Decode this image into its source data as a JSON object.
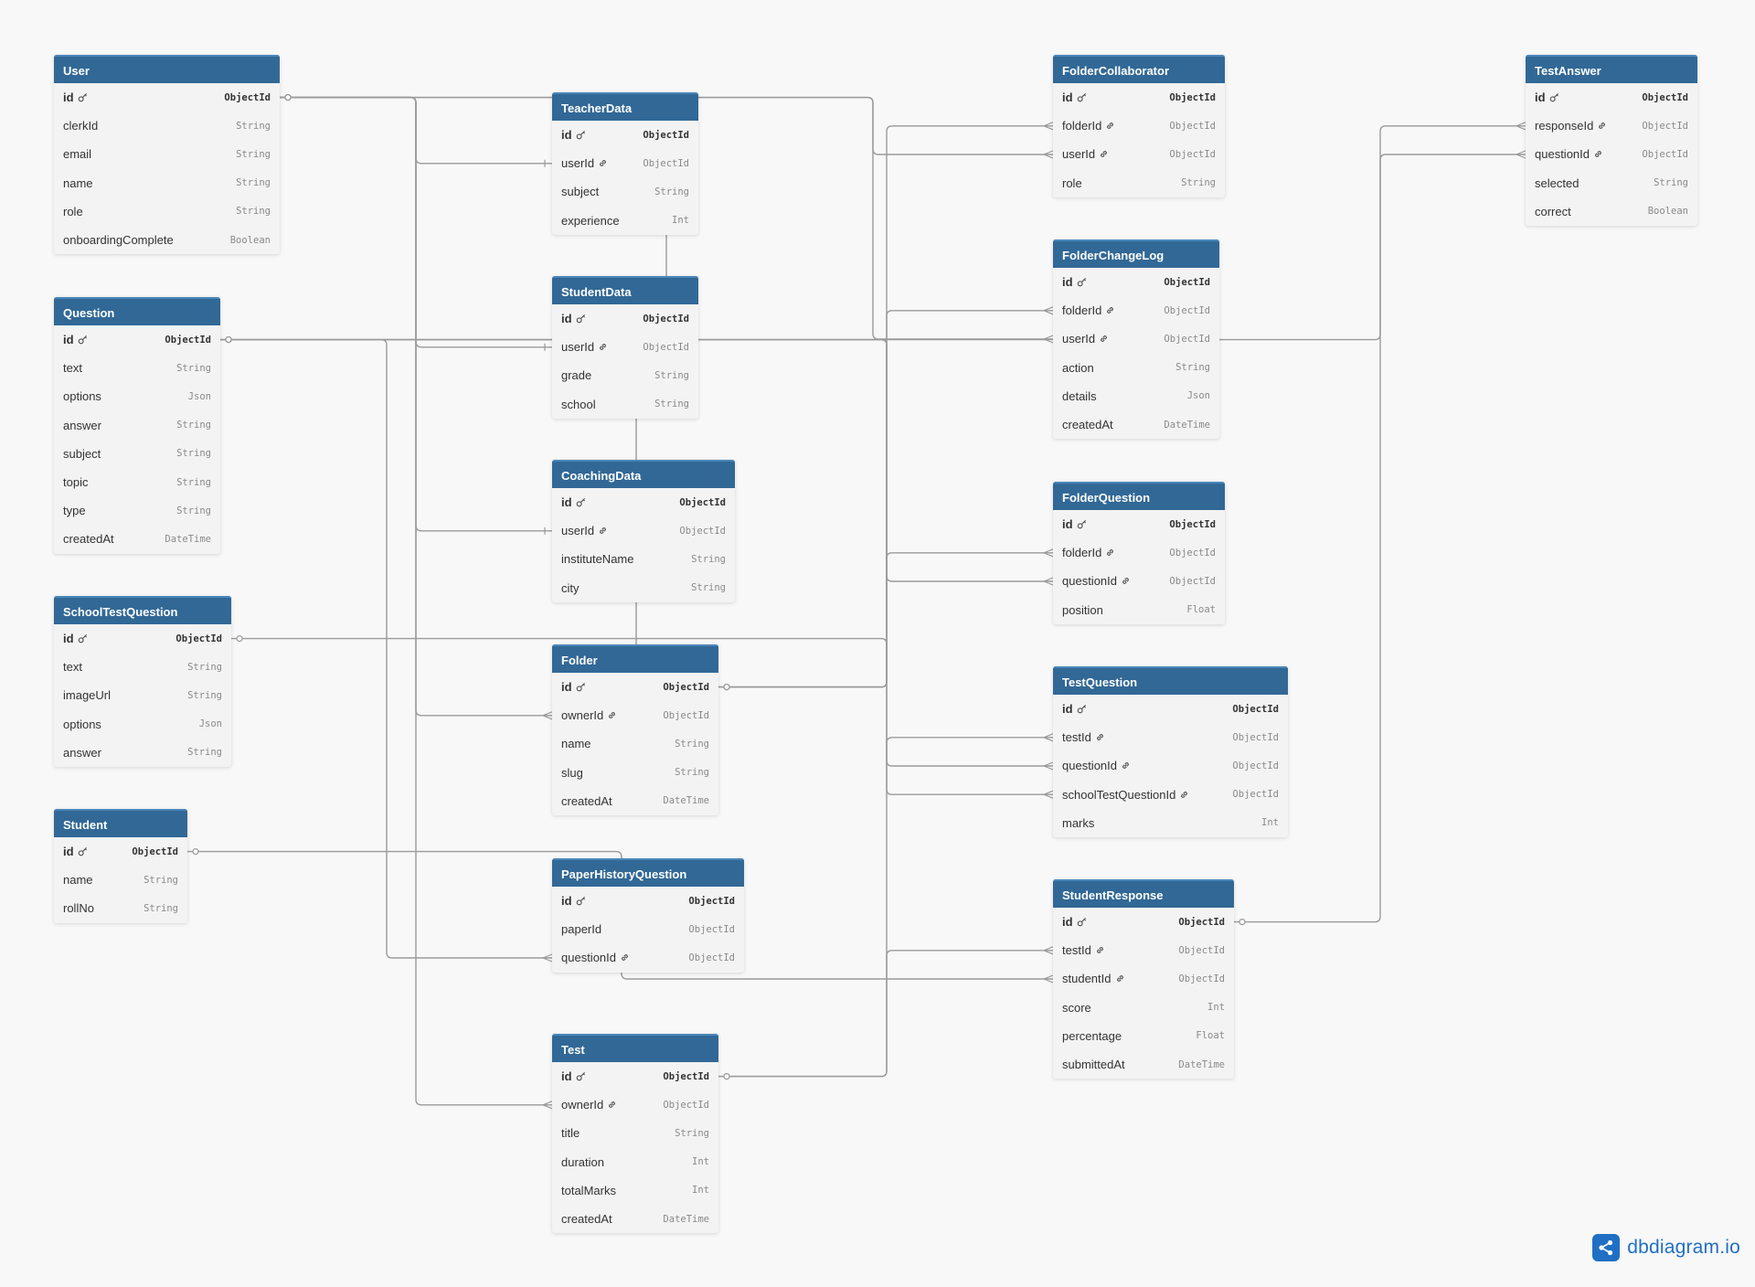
{
  "brand": {
    "name": "dbdiagram.io",
    "logo_icon": "share-nodes-icon",
    "color": "#1f6fc5"
  },
  "header_color": "#316896",
  "tables": [
    {
      "id": "User",
      "name": "User",
      "fields": [
        {
          "name": "id",
          "type": "ObjectId",
          "pk": true
        },
        {
          "name": "clerkId",
          "type": "String"
        },
        {
          "name": "email",
          "type": "String"
        },
        {
          "name": "name",
          "type": "String"
        },
        {
          "name": "role",
          "type": "String"
        },
        {
          "name": "onboardingComplete",
          "type": "Boolean"
        }
      ]
    },
    {
      "id": "Question",
      "name": "Question",
      "fields": [
        {
          "name": "id",
          "type": "ObjectId",
          "pk": true
        },
        {
          "name": "text",
          "type": "String"
        },
        {
          "name": "options",
          "type": "Json"
        },
        {
          "name": "answer",
          "type": "String"
        },
        {
          "name": "subject",
          "type": "String"
        },
        {
          "name": "topic",
          "type": "String"
        },
        {
          "name": "type",
          "type": "String"
        },
        {
          "name": "createdAt",
          "type": "DateTime"
        }
      ]
    },
    {
      "id": "SchoolTestQuestion",
      "name": "SchoolTestQuestion",
      "fields": [
        {
          "name": "id",
          "type": "ObjectId",
          "pk": true
        },
        {
          "name": "text",
          "type": "String"
        },
        {
          "name": "imageUrl",
          "type": "String"
        },
        {
          "name": "options",
          "type": "Json"
        },
        {
          "name": "answer",
          "type": "String"
        }
      ]
    },
    {
      "id": "Student",
      "name": "Student",
      "fields": [
        {
          "name": "id",
          "type": "ObjectId",
          "pk": true
        },
        {
          "name": "name",
          "type": "String"
        },
        {
          "name": "rollNo",
          "type": "String"
        }
      ]
    },
    {
      "id": "TeacherData",
      "name": "TeacherData",
      "fields": [
        {
          "name": "id",
          "type": "ObjectId",
          "pk": true
        },
        {
          "name": "userId",
          "type": "ObjectId",
          "fk": true
        },
        {
          "name": "subject",
          "type": "String"
        },
        {
          "name": "experience",
          "type": "Int"
        }
      ]
    },
    {
      "id": "StudentData",
      "name": "StudentData",
      "fields": [
        {
          "name": "id",
          "type": "ObjectId",
          "pk": true
        },
        {
          "name": "userId",
          "type": "ObjectId",
          "fk": true
        },
        {
          "name": "grade",
          "type": "String"
        },
        {
          "name": "school",
          "type": "String"
        }
      ]
    },
    {
      "id": "CoachingData",
      "name": "CoachingData",
      "fields": [
        {
          "name": "id",
          "type": "ObjectId",
          "pk": true
        },
        {
          "name": "userId",
          "type": "ObjectId",
          "fk": true
        },
        {
          "name": "instituteName",
          "type": "String"
        },
        {
          "name": "city",
          "type": "String"
        }
      ]
    },
    {
      "id": "Folder",
      "name": "Folder",
      "fields": [
        {
          "name": "id",
          "type": "ObjectId",
          "pk": true
        },
        {
          "name": "ownerId",
          "type": "ObjectId",
          "fk": true
        },
        {
          "name": "name",
          "type": "String"
        },
        {
          "name": "slug",
          "type": "String"
        },
        {
          "name": "createdAt",
          "type": "DateTime"
        }
      ]
    },
    {
      "id": "PaperHistoryQuestion",
      "name": "PaperHistoryQuestion",
      "fields": [
        {
          "name": "id",
          "type": "ObjectId",
          "pk": true
        },
        {
          "name": "paperId",
          "type": "ObjectId"
        },
        {
          "name": "questionId",
          "type": "ObjectId",
          "fk": true
        }
      ]
    },
    {
      "id": "Test",
      "name": "Test",
      "fields": [
        {
          "name": "id",
          "type": "ObjectId",
          "pk": true
        },
        {
          "name": "ownerId",
          "type": "ObjectId",
          "fk": true
        },
        {
          "name": "title",
          "type": "String"
        },
        {
          "name": "duration",
          "type": "Int"
        },
        {
          "name": "totalMarks",
          "type": "Int"
        },
        {
          "name": "createdAt",
          "type": "DateTime"
        }
      ]
    },
    {
      "id": "FolderCollaborator",
      "name": "FolderCollaborator",
      "fields": [
        {
          "name": "id",
          "type": "ObjectId",
          "pk": true
        },
        {
          "name": "folderId",
          "type": "ObjectId",
          "fk": true
        },
        {
          "name": "userId",
          "type": "ObjectId",
          "fk": true
        },
        {
          "name": "role",
          "type": "String"
        }
      ]
    },
    {
      "id": "FolderChangeLog",
      "name": "FolderChangeLog",
      "fields": [
        {
          "name": "id",
          "type": "ObjectId",
          "pk": true
        },
        {
          "name": "folderId",
          "type": "ObjectId",
          "fk": true
        },
        {
          "name": "userId",
          "type": "ObjectId",
          "fk": true
        },
        {
          "name": "action",
          "type": "String"
        },
        {
          "name": "details",
          "type": "Json"
        },
        {
          "name": "createdAt",
          "type": "DateTime"
        }
      ]
    },
    {
      "id": "FolderQuestion",
      "name": "FolderQuestion",
      "fields": [
        {
          "name": "id",
          "type": "ObjectId",
          "pk": true
        },
        {
          "name": "folderId",
          "type": "ObjectId",
          "fk": true
        },
        {
          "name": "questionId",
          "type": "ObjectId",
          "fk": true
        },
        {
          "name": "position",
          "type": "Float"
        }
      ]
    },
    {
      "id": "TestQuestion",
      "name": "TestQuestion",
      "fields": [
        {
          "name": "id",
          "type": "ObjectId",
          "pk": true
        },
        {
          "name": "testId",
          "type": "ObjectId",
          "fk": true
        },
        {
          "name": "questionId",
          "type": "ObjectId",
          "fk": true
        },
        {
          "name": "schoolTestQuestionId",
          "type": "ObjectId",
          "fk": true
        },
        {
          "name": "marks",
          "type": "Int"
        }
      ]
    },
    {
      "id": "StudentResponse",
      "name": "StudentResponse",
      "fields": [
        {
          "name": "id",
          "type": "ObjectId",
          "pk": true
        },
        {
          "name": "testId",
          "type": "ObjectId",
          "fk": true
        },
        {
          "name": "studentId",
          "type": "ObjectId",
          "fk": true
        },
        {
          "name": "score",
          "type": "Int"
        },
        {
          "name": "percentage",
          "type": "Float"
        },
        {
          "name": "submittedAt",
          "type": "DateTime"
        }
      ]
    },
    {
      "id": "TestAnswer",
      "name": "TestAnswer",
      "fields": [
        {
          "name": "id",
          "type": "ObjectId",
          "pk": true
        },
        {
          "name": "responseId",
          "type": "ObjectId",
          "fk": true
        },
        {
          "name": "questionId",
          "type": "ObjectId",
          "fk": true
        },
        {
          "name": "selected",
          "type": "String"
        },
        {
          "name": "correct",
          "type": "Boolean"
        }
      ]
    }
  ],
  "relationships": [
    {
      "from": "User.id",
      "to": "TeacherData.userId",
      "cardinality": "one-to-one"
    },
    {
      "from": "User.id",
      "to": "StudentData.userId",
      "cardinality": "one-to-one"
    },
    {
      "from": "User.id",
      "to": "CoachingData.userId",
      "cardinality": "one-to-one"
    },
    {
      "from": "User.id",
      "to": "Folder.ownerId",
      "cardinality": "one-to-many"
    },
    {
      "from": "User.id",
      "to": "Test.ownerId",
      "cardinality": "one-to-many"
    },
    {
      "from": "User.id",
      "to": "FolderCollaborator.userId",
      "cardinality": "one-to-many"
    },
    {
      "from": "User.id",
      "to": "FolderChangeLog.userId",
      "cardinality": "one-to-many"
    },
    {
      "from": "Question.id",
      "to": "PaperHistoryQuestion.questionId",
      "cardinality": "one-to-many"
    },
    {
      "from": "Question.id",
      "to": "FolderQuestion.questionId",
      "cardinality": "one-to-many"
    },
    {
      "from": "Question.id",
      "to": "TestQuestion.questionId",
      "cardinality": "one-to-many"
    },
    {
      "from": "SchoolTestQuestion.id",
      "to": "TestQuestion.schoolTestQuestionId",
      "cardinality": "one-to-many"
    },
    {
      "from": "Student.id",
      "to": "StudentResponse.studentId",
      "cardinality": "one-to-many"
    },
    {
      "from": "Folder.id",
      "to": "FolderCollaborator.folderId",
      "cardinality": "one-to-many"
    },
    {
      "from": "Folder.id",
      "to": "FolderChangeLog.folderId",
      "cardinality": "one-to-many"
    },
    {
      "from": "Folder.id",
      "to": "FolderQuestion.folderId",
      "cardinality": "one-to-many"
    },
    {
      "from": "Test.id",
      "to": "TestQuestion.testId",
      "cardinality": "one-to-many"
    },
    {
      "from": "Test.id",
      "to": "StudentResponse.testId",
      "cardinality": "one-to-many"
    },
    {
      "from": "StudentResponse.id",
      "to": "TestAnswer.responseId",
      "cardinality": "one-to-many"
    },
    {
      "from": "Question.id",
      "to": "TestAnswer.questionId",
      "cardinality": "one-to-many"
    }
  ]
}
